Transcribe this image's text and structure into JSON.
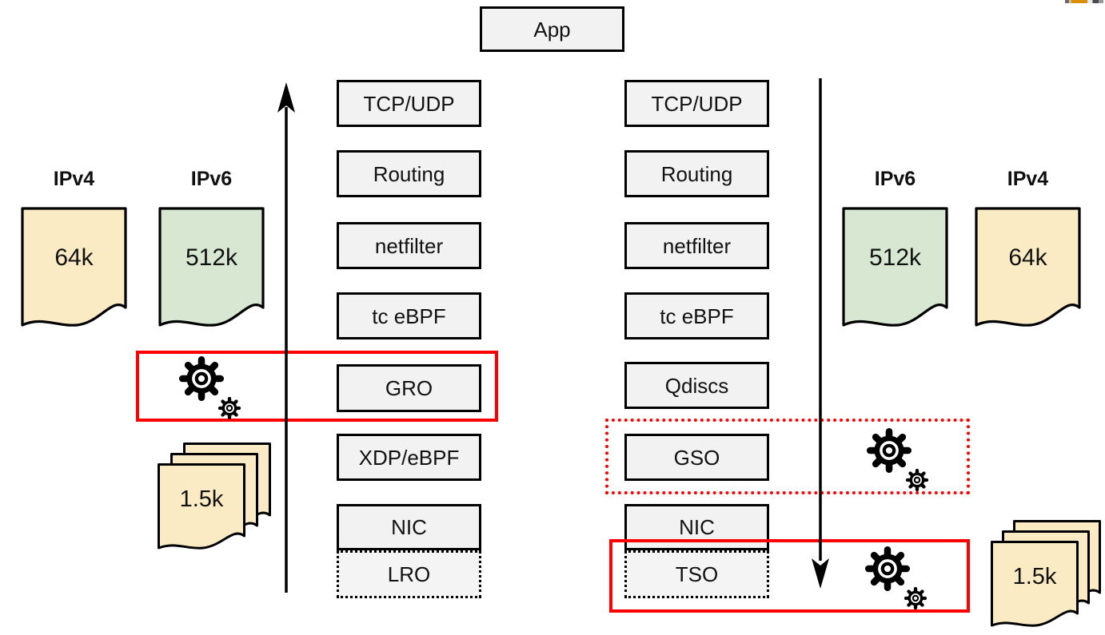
{
  "app": {
    "label": "App"
  },
  "rx": {
    "boxes": [
      "TCP/UDP",
      "Routing",
      "netfilter",
      "tc eBPF",
      "GRO",
      "XDP/eBPF",
      "NIC",
      "LRO"
    ]
  },
  "tx": {
    "boxes": [
      "TCP/UDP",
      "Routing",
      "netfilter",
      "tc eBPF",
      "Qdiscs",
      "GSO",
      "NIC",
      "TSO"
    ]
  },
  "packets": {
    "left_ipv4": {
      "label": "IPv4",
      "size": "64k"
    },
    "left_ipv6": {
      "label": "IPv6",
      "size": "512k"
    },
    "right_ipv6": {
      "label": "IPv6",
      "size": "512k"
    },
    "right_ipv4": {
      "label": "IPv4",
      "size": "64k"
    },
    "left_stack": {
      "size": "1.5k"
    },
    "right_stack": {
      "size": "1.5k"
    }
  },
  "icons": {
    "gro_offload": "gears-icon",
    "gso_offload": "gears-icon",
    "tso_offload": "gears-icon"
  },
  "colors": {
    "ipv4_packet": "#FAEBC4",
    "ipv6_packet": "#D7E7D2",
    "box_fill": "#F2F2F2",
    "highlight_red": "#FF0000",
    "stroke_black": "#000000"
  }
}
